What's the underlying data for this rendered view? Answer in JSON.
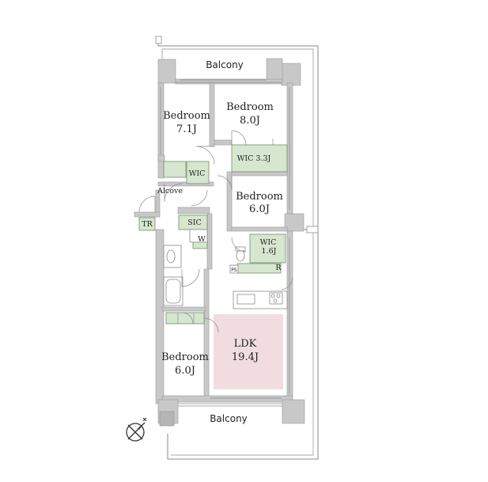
{
  "rooms": {
    "balcony_top": "Balcony",
    "bedroom_nw_name": "Bedroom",
    "bedroom_nw_size": "7.1J",
    "bedroom_ne_name": "Bedroom",
    "bedroom_ne_size": "8.0J",
    "wic_large": "WIC 3.3J",
    "wic_small_label": "WIC",
    "alcove": "Alcove",
    "bedroom_mid_name": "Bedroom",
    "bedroom_mid_size": "6.0J",
    "tr": "TR",
    "sic": "SIC",
    "w": "W",
    "wic_mid_label": "WIC",
    "wic_mid_size": "1.6J",
    "ps": "PS",
    "r": "R",
    "ldk_name": "LDK",
    "ldk_size": "19.4J",
    "bedroom_sw_name": "Bedroom",
    "bedroom_sw_size": "6.0J",
    "balcony_bottom": "Balcony"
  },
  "colors": {
    "storage_green": "#d6e6cf",
    "ldk_pink": "#f1dde0",
    "wall_grey": "#c8c8c8"
  },
  "icons": [
    "north-compass-icon"
  ]
}
